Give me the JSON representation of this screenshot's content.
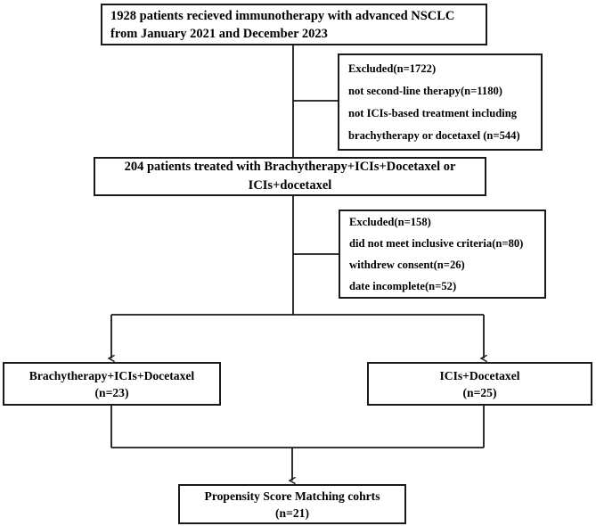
{
  "diagram": {
    "type": "study-flow-diagram",
    "stroke_color": "#1a1a1a",
    "background_color": "#ffffff",
    "nodes": {
      "enrolled": {
        "lines": [
          "1928 patients recieved immunotherapy  with advanced NSCLC",
          "from January 2021 and December 2023"
        ]
      },
      "excluded_1": {
        "lines": [
          "Excluded(n=1722)",
          "not second-line therapy(n=1180)",
          "not ICIs-based treatment including",
          "brachytherapy or docetaxel  (n=544)"
        ]
      },
      "eligible": {
        "lines": [
          "204 patients treated with Brachytherapy+ICIs+Docetaxel or",
          "ICIs+docetaxel"
        ]
      },
      "excluded_2": {
        "lines": [
          "Excluded(n=158)",
          "did not meet inclusive criteria(n=80)",
          "withdrew consent(n=26)",
          "date incomplete(n=52)"
        ]
      },
      "arm_brachy": {
        "lines": [
          "Brachytherapy+ICIs+Docetaxel",
          "(n=23)"
        ]
      },
      "arm_ici": {
        "lines": [
          "ICIs+Docetaxel",
          "(n=25)"
        ]
      },
      "psm": {
        "lines": [
          "Propensity Score Matching cohrts",
          "(n=21)"
        ]
      }
    }
  }
}
